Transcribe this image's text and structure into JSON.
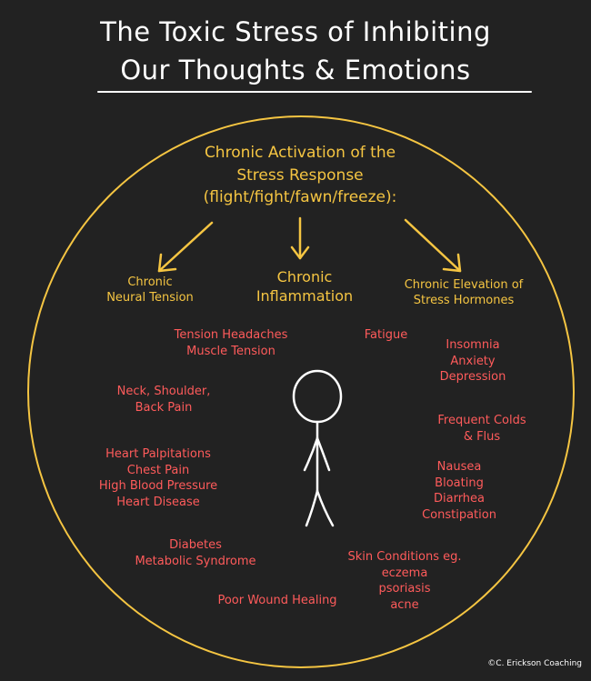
{
  "title": {
    "line1": "The Toxic Stress of Inhibiting",
    "line2": "Our Thoughts & Emotions"
  },
  "center_heading": "Chronic Activation of the\nStress Response\n(flight/fight/fawn/freeze):",
  "branches": [
    {
      "label": "Chronic\nNeural Tension"
    },
    {
      "label": "Chronic\nInflammation"
    },
    {
      "label": "Chronic Elevation of\nStress Hormones"
    }
  ],
  "symptoms": [
    "Tension Headaches\nMuscle Tension",
    "Fatigue",
    "Insomnia\nAnxiety\nDepression",
    "Neck, Shoulder,\nBack Pain",
    "Frequent Colds\n& Flus",
    "Heart Palpitations\nChest Pain\nHigh Blood Pressure\nHeart Disease",
    "Nausea\nBloating\nDiarrhea\nConstipation",
    "Diabetes\nMetabolic Syndrome",
    "Skin Conditions eg.\neczema\npsoriasis\nacne",
    "Poor Wound Healing"
  ],
  "credit": "©C. Erickson Coaching",
  "colors": {
    "background": "#222222",
    "title": "#ffffff",
    "accent": "#f5c542",
    "symptom": "#ff5b5b"
  },
  "icons": {
    "figure": "stick-figure-icon",
    "arrow": "arrow-down-icon"
  }
}
